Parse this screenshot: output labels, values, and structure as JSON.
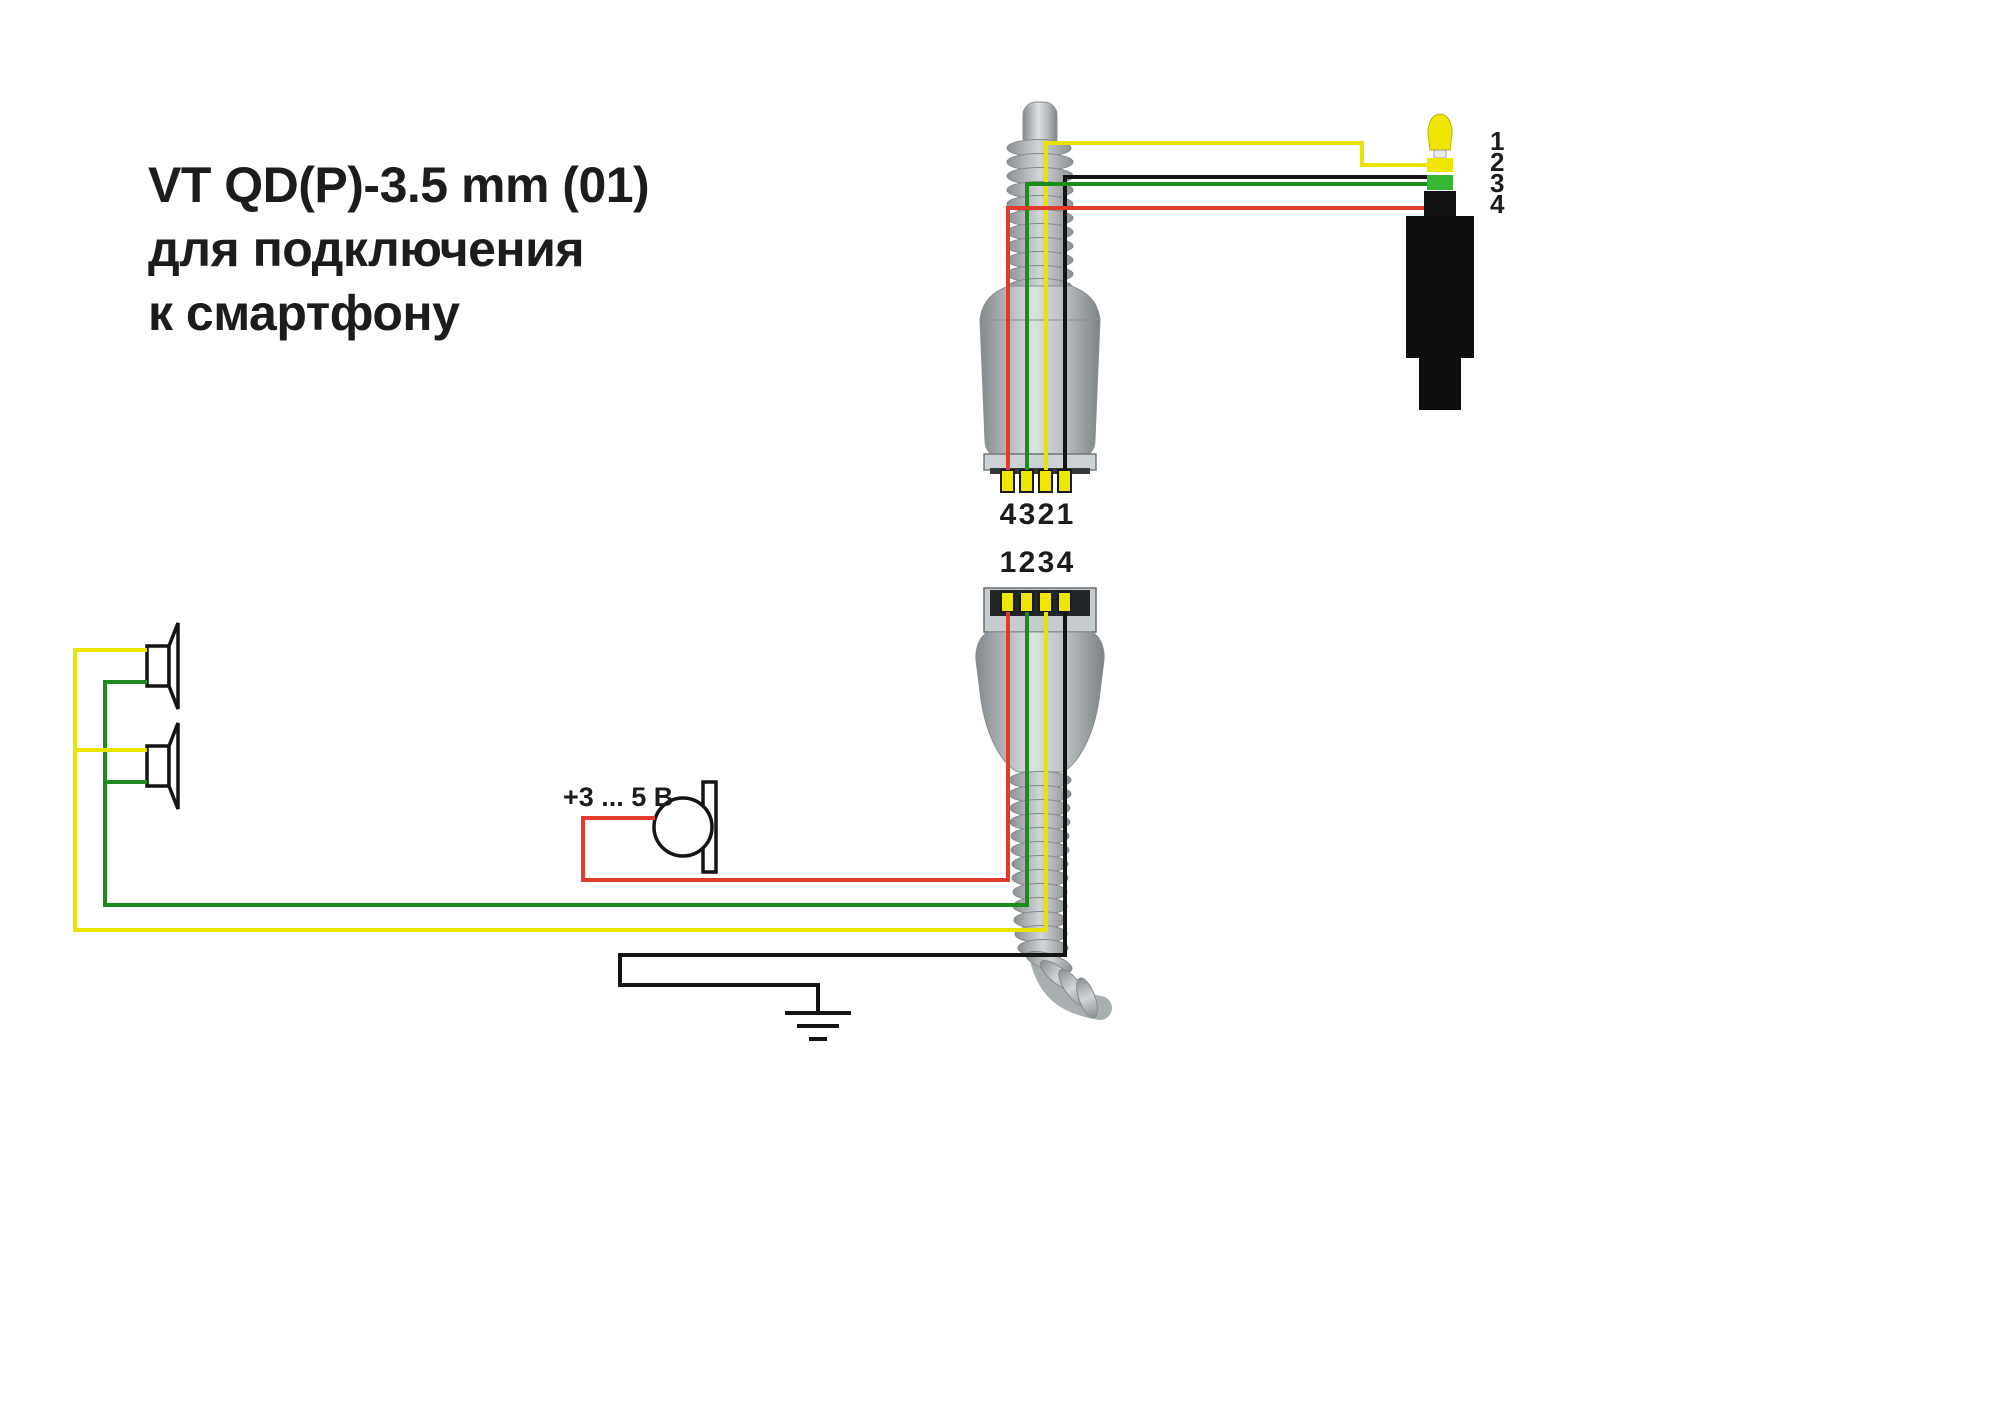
{
  "title": {
    "line1": "VT QD(P)-3.5 mm (01)",
    "line2": "для подключения",
    "line3": "к смартфону"
  },
  "top_connector": {
    "pin_labels": [
      "4",
      "3",
      "2",
      "1"
    ]
  },
  "bottom_connector": {
    "pin_labels": [
      "1",
      "2",
      "3",
      "4"
    ]
  },
  "jack": {
    "contact_labels": [
      "1",
      "2",
      "3",
      "4"
    ]
  },
  "microphone": {
    "voltage_label": "+3 ... 5 В"
  },
  "colors": {
    "wire_yellow": "#e8e400",
    "wire_green": "#1e8a1e",
    "wire_red": "#e23b2e",
    "wire_black": "#141414",
    "jack_tip": "#efe600",
    "jack_ring_green": "#37b934",
    "connector_gray": "#b6bbbd",
    "background": "#ffffff",
    "text": "#1c1c1c"
  }
}
